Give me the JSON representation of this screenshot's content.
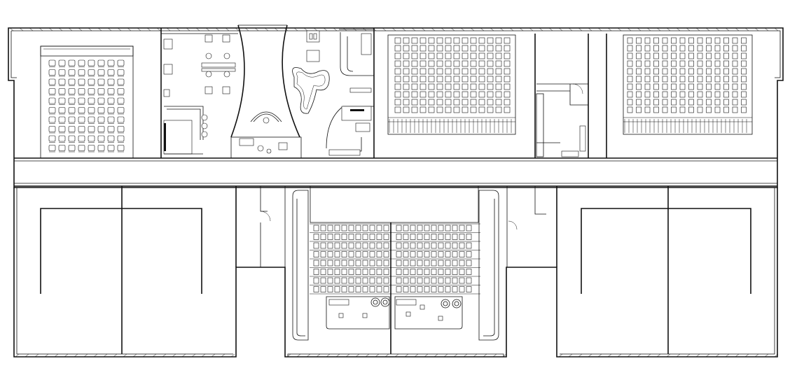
{
  "drawing": {
    "kind": "architectural floor plan",
    "labels": []
  },
  "rooms": [
    {
      "id": "lecture-hall-west",
      "fixture": "tiered-seating"
    },
    {
      "id": "lounge-workspace",
      "fixture": "tables-and-sofas"
    },
    {
      "id": "central-lobby",
      "fixture": "curved-walls"
    },
    {
      "id": "cafe-kitchen",
      "fixture": "counter"
    },
    {
      "id": "auditorium-center-north",
      "fixture": "fixed-seating"
    },
    {
      "id": "restroom-block-north",
      "fixture": "toilet-stalls"
    },
    {
      "id": "auditorium-east",
      "fixture": "fixed-seating"
    },
    {
      "id": "open-room-southwest",
      "fixture": "none"
    },
    {
      "id": "restroom-block-south",
      "fixture": "toilet-stalls"
    },
    {
      "id": "auditorium-south",
      "fixture": "fixed-seating-and-stage"
    },
    {
      "id": "open-room-southeast",
      "fixture": "none"
    },
    {
      "id": "main-corridor",
      "fixture": "none"
    }
  ]
}
